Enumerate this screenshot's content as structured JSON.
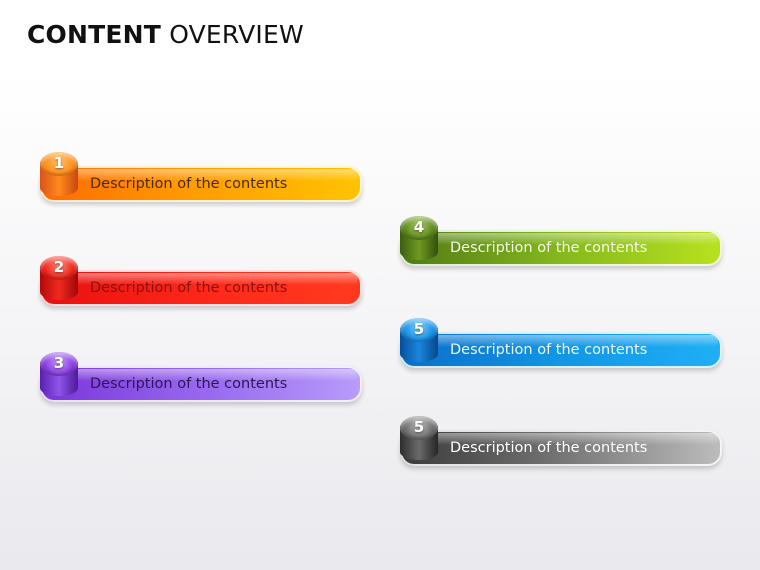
{
  "title": {
    "bold_part": "CONTENT",
    "light_part": "OVERVIEW"
  },
  "items": [
    {
      "number": "1",
      "text": "Description of the contents",
      "color": "#ff9a00"
    },
    {
      "number": "2",
      "text": "Description of the contents",
      "color": "#ff2a1a"
    },
    {
      "number": "3",
      "text": "Description of the contents",
      "color": "#9a6cf0"
    },
    {
      "number": "4",
      "text": "Description of the contents",
      "color": "#86b81e"
    },
    {
      "number": "5",
      "text": "Description of the contents",
      "color": "#1296e6"
    },
    {
      "number": "5",
      "text": "Description of the contents",
      "color": "#6e6e6e"
    }
  ]
}
